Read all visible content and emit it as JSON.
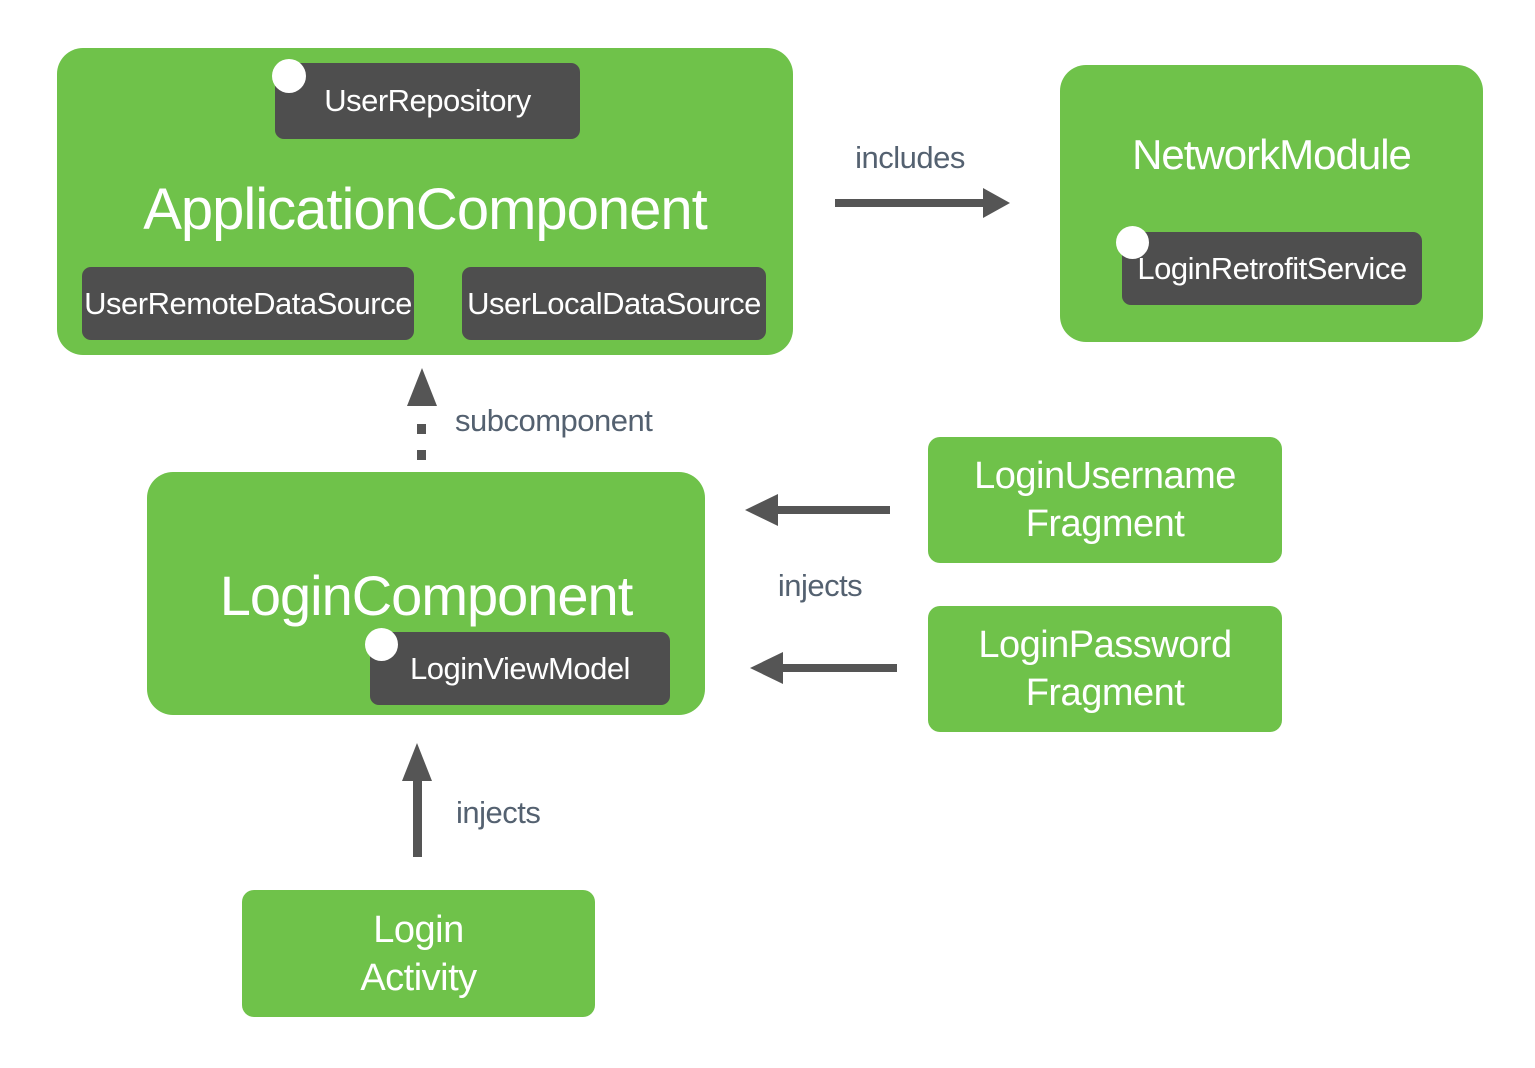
{
  "colors": {
    "box_green": "#6FC24A",
    "badge_dark": "#4E4E4E",
    "arrow_gray": "#555555",
    "label_gray": "#546170",
    "text_white": "#FFFFFF"
  },
  "application_component": {
    "title": "ApplicationComponent",
    "badge_top": "UserRepository",
    "badge_left": "UserRemoteDataSource",
    "badge_right": "UserLocalDataSource"
  },
  "network_module": {
    "title": "NetworkModule",
    "badge": "LoginRetrofitService"
  },
  "login_component": {
    "title": "LoginComponent",
    "badge": "LoginViewModel"
  },
  "login_username_fragment": {
    "line1": "LoginUsername",
    "line2": "Fragment"
  },
  "login_password_fragment": {
    "line1": "LoginPassword",
    "line2": "Fragment"
  },
  "login_activity": {
    "line1": "Login",
    "line2": "Activity"
  },
  "edges": {
    "includes": "includes",
    "subcomponent": "subcomponent",
    "injects_fragments": "injects",
    "injects_activity": "injects"
  }
}
